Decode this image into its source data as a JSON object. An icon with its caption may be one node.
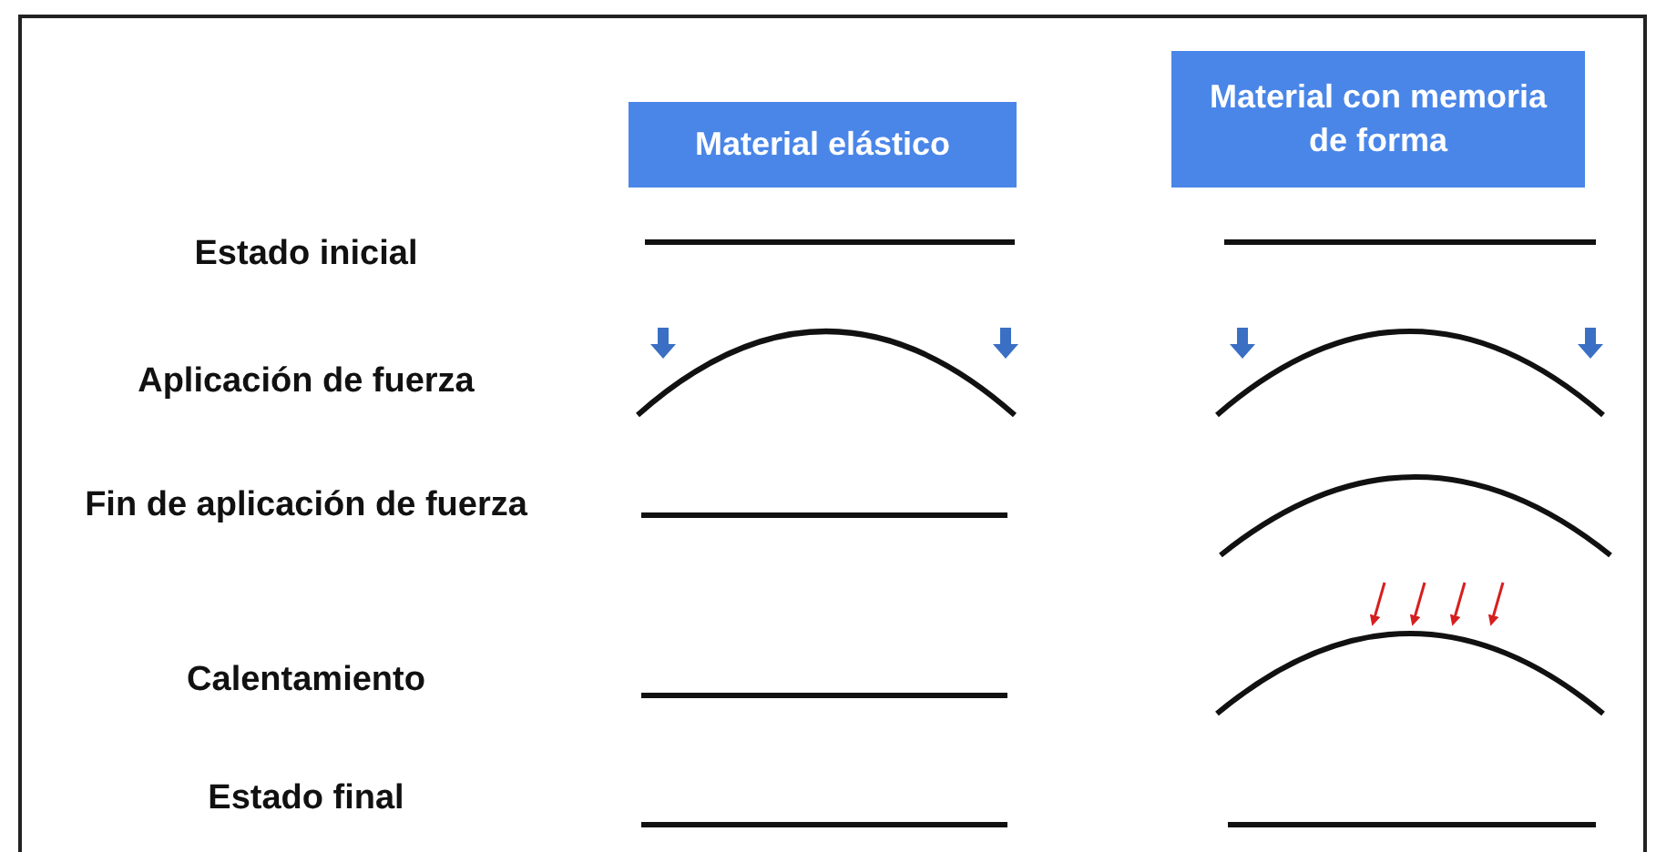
{
  "diagram": {
    "nodes": [
      {
        "text": [
          "Material elástico"
        ]
      },
      {
        "text": [
          "Material con memoria de forma"
        ]
      }
    ],
    "labels": [
      "Estado inicial",
      "Aplicación de fuerza",
      "Fin de aplicación de fuerza",
      "Calentamiento",
      "Estado final"
    ]
  }
}
